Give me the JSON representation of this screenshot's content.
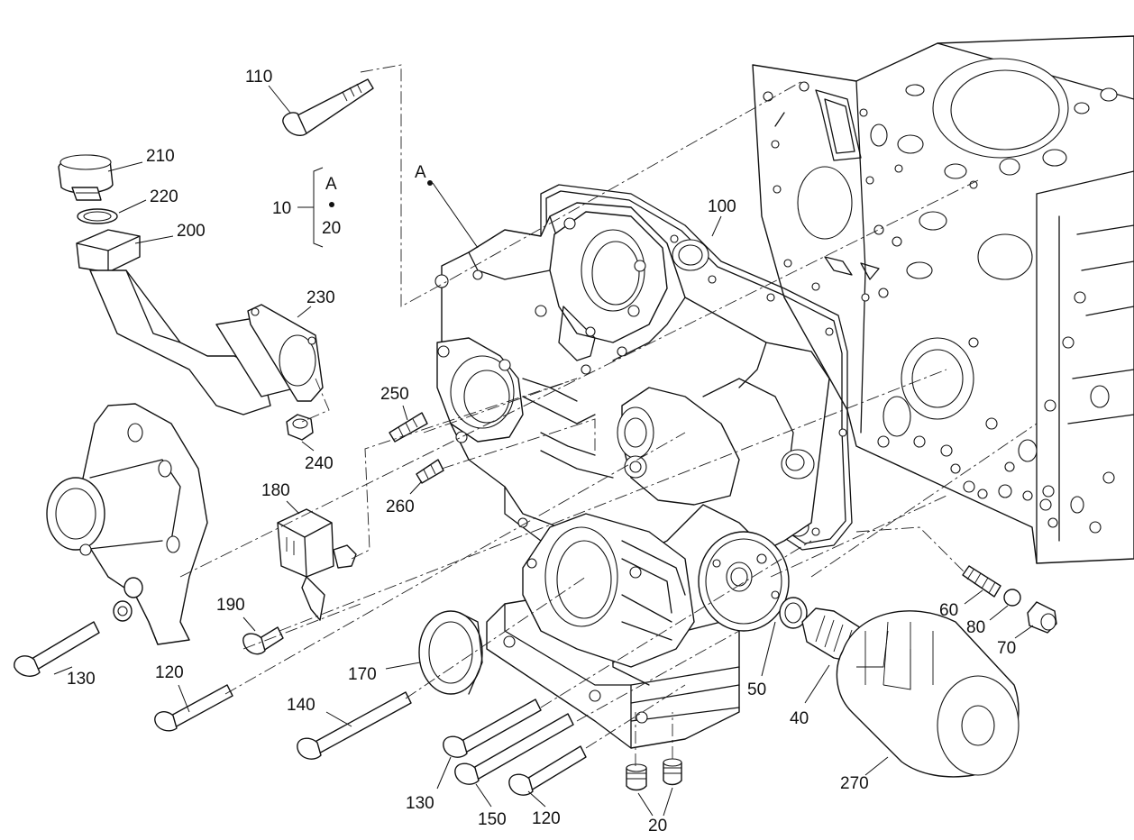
{
  "labels": {
    "p10": "10",
    "p20_group": "20",
    "p20_bottom": "20",
    "pA_group": "A",
    "pA_point": "A",
    "p40": "40",
    "p50": "50",
    "p60": "60",
    "p70": "70",
    "p80": "80",
    "p100": "100",
    "p110": "110",
    "p120_left": "120",
    "p120_bottom": "120",
    "p130_left": "130",
    "p130_bottom": "130",
    "p140": "140",
    "p150": "150",
    "p170": "170",
    "p180": "180",
    "p190": "190",
    "p200": "200",
    "p210": "210",
    "p220": "220",
    "p230": "230",
    "p240": "240",
    "p250": "250",
    "p260": "260",
    "p270": "270"
  }
}
